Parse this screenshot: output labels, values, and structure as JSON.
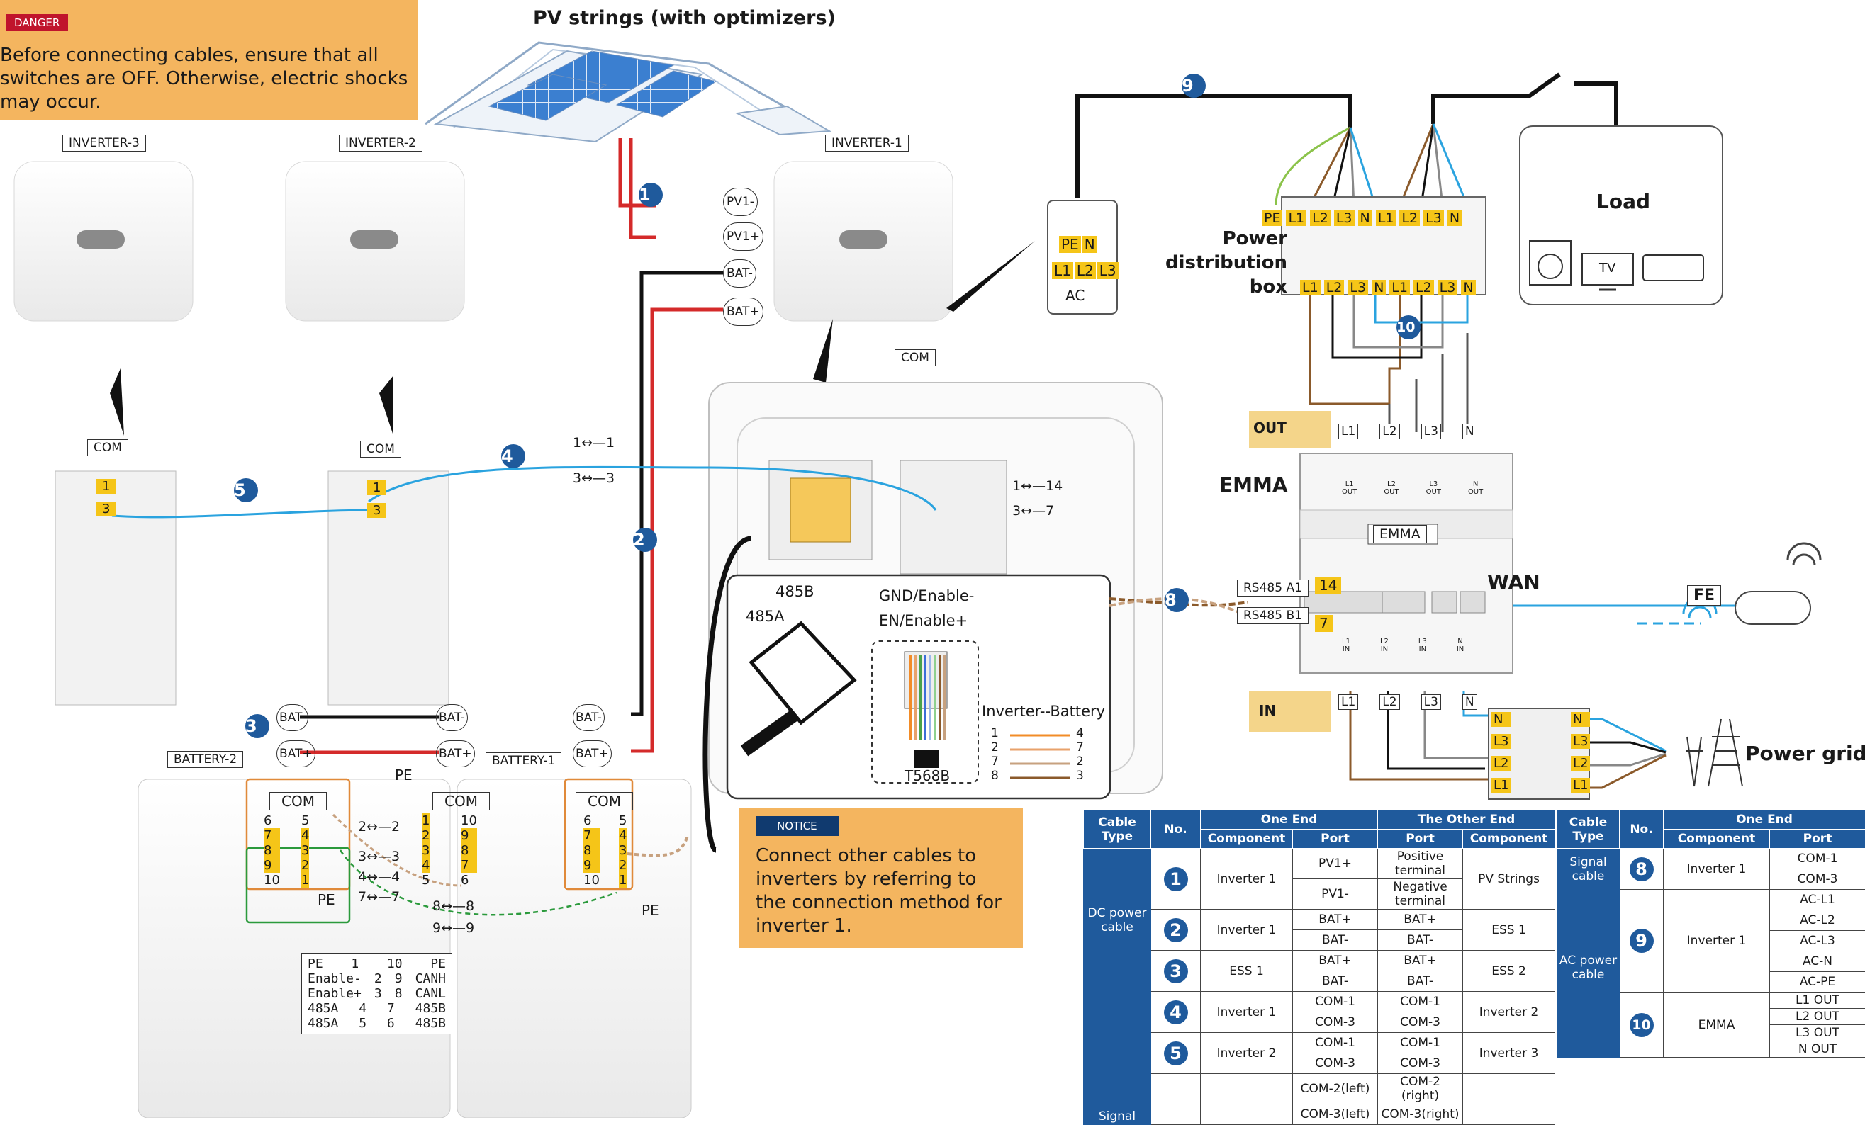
{
  "danger": {
    "tag": "DANGER",
    "text": "Before connecting cables, ensure that all switches are OFF. Otherwise, electric shocks may occur."
  },
  "notice": {
    "tag": "NOTICE",
    "text": "Connect other cables to inverters by referring to the connection method for inverter 1."
  },
  "pv_title": "PV strings (with optimizers)",
  "labels": {
    "inverter_3": "INVERTER-3",
    "inverter_2": "INVERTER-2",
    "inverter_1": "INVERTER-1",
    "com": "COM",
    "battery_2": "BATTERY-2",
    "battery_1": "BATTERY-1",
    "ac": "AC",
    "emma": "EMMA",
    "emma_title": "EMMA",
    "wan": "WAN",
    "power_grid": "Power grid",
    "load": "Load",
    "tv": "TV",
    "fe": "FE",
    "out": "OUT",
    "in": "IN",
    "pdb": "Power\ndistribution\nbox",
    "pe": "PE",
    "rs485a": "RS485 A1",
    "rs485b": "RS485 B1",
    "pin14": "14",
    "pin7": "7",
    "inverter_battery": "Inverter--Battery",
    "t568b": "T568B",
    "rj_485b": "485B",
    "rj_485a": "485A",
    "rj_gnd": "GND/Enable-",
    "rj_en": "EN/Enable+"
  },
  "terminals": {
    "pv1_minus": "PV1-",
    "pv1_plus": "PV1+",
    "bat_minus": "BAT-",
    "bat_plus": "BAT+"
  },
  "mappings": {
    "m1": "1↔—1",
    "m3": "3↔—3",
    "m14": "1↔—14",
    "m37": "3↔—7",
    "b22": "2↔—2",
    "b33": "3↔—3",
    "b44": "4↔—4",
    "b77": "7↔—7",
    "b88": "8↔—8",
    "b99": "9↔—9"
  },
  "rj_map": [
    {
      "a": "1",
      "b": "4"
    },
    {
      "a": "2",
      "b": "7"
    },
    {
      "a": "7",
      "b": "2"
    },
    {
      "a": "8",
      "b": "3"
    }
  ],
  "pdb_top": [
    "PE",
    "L1",
    "L2",
    "L3",
    "N",
    "L1",
    "L2",
    "L3",
    "N"
  ],
  "pdb_bottom": [
    "L1",
    "L2",
    "L3",
    "N",
    "L1",
    "L2",
    "L3",
    "N"
  ],
  "ac_pins": [
    "PE",
    "N",
    "L1",
    "L2",
    "L3"
  ],
  "emma_ports": {
    "out": [
      "L1",
      "L2",
      "L3",
      "N"
    ],
    "out_sub": [
      "L1\nOUT",
      "L2\nOUT",
      "L3\nOUT",
      "N\nOUT"
    ],
    "in": [
      "L1",
      "L2",
      "L3",
      "N"
    ],
    "in_sub": [
      "L1\nIN",
      "L2\nIN",
      "L3\nIN",
      "N\nIN"
    ]
  },
  "grid_pins": [
    "N",
    "L3",
    "L2",
    "L1"
  ],
  "battery_pins": {
    "left": [
      "6",
      "7",
      "8",
      "9",
      "10"
    ],
    "right": [
      "5",
      "4",
      "3",
      "2",
      "1"
    ],
    "mid_left": [
      "1",
      "2",
      "3",
      "4",
      "5"
    ],
    "mid_right": [
      "10",
      "9",
      "8",
      "7",
      "6"
    ]
  },
  "pin_table": [
    [
      "PE",
      "1",
      "10",
      "PE"
    ],
    [
      "Enable-",
      "2",
      "9",
      "CANH"
    ],
    [
      "Enable+",
      "3",
      "8",
      "CANL"
    ],
    [
      "485A",
      "4",
      "7",
      "485B"
    ],
    [
      "485A",
      "5",
      "6",
      "485B"
    ]
  ],
  "table1": {
    "headers": {
      "type": "Cable Type",
      "no": "No.",
      "one_end": "One End",
      "other_end": "The Other End",
      "component": "Component",
      "port": "Port"
    },
    "rows": [
      {
        "type": "DC power cable",
        "no": "1",
        "comp1": "Inverter 1",
        "ports1": [
          "PV1+",
          "PV1-"
        ],
        "ports2": [
          "Positive terminal",
          "Negative terminal"
        ],
        "comp2": "PV Strings"
      },
      {
        "no": "2",
        "comp1": "Inverter 1",
        "ports1": [
          "BAT+",
          "BAT-"
        ],
        "ports2": [
          "BAT+",
          "BAT-"
        ],
        "comp2": "ESS 1"
      },
      {
        "no": "3",
        "comp1": "ESS 1",
        "ports1": [
          "BAT+",
          "BAT-"
        ],
        "ports2": [
          "BAT+",
          "BAT-"
        ],
        "comp2": "ESS 2"
      },
      {
        "type": "Signal",
        "no": "4",
        "comp1": "Inverter 1",
        "ports1": [
          "COM-1",
          "COM-3"
        ],
        "ports2": [
          "COM-1",
          "COM-3"
        ],
        "comp2": "Inverter 2"
      },
      {
        "no": "5",
        "comp1": "Inverter 2",
        "ports1": [
          "COM-1",
          "COM-3"
        ],
        "ports2": [
          "COM-1",
          "COM-3"
        ],
        "comp2": "Inverter 3"
      },
      {
        "no": "",
        "comp1": "",
        "ports1": [
          "COM-2(left)",
          "COM-3(left)"
        ],
        "ports2": [
          "COM-2 (right)",
          "COM-3(right)"
        ],
        "comp2": ""
      }
    ]
  },
  "table2": {
    "headers": {
      "type": "Cable Type",
      "no": "No.",
      "one_end": "One End",
      "component": "Component",
      "port": "Port"
    },
    "rows": [
      {
        "type": "Signal cable",
        "no": "8",
        "comp": "Inverter 1",
        "ports": [
          "COM-1",
          "COM-3"
        ]
      },
      {
        "type": "AC power cable",
        "no": "9",
        "comp": "Inverter 1",
        "ports": [
          "AC-L1",
          "AC-L2",
          "AC-L3",
          "AC-N",
          "AC-PE"
        ]
      },
      {
        "no": "10",
        "comp": "EMMA",
        "ports": [
          "L1 OUT",
          "L2 OUT",
          "L3 OUT",
          "N OUT"
        ]
      }
    ]
  },
  "colors": {
    "accent": "#1f5a9c",
    "warning": "#f4b55f",
    "danger": "#c0142c",
    "terminal_yellow": "#f5c518",
    "dc_red": "#d42a2a",
    "signal_blue": "#2aa3df",
    "cable_brown": "#8b5a2b"
  }
}
